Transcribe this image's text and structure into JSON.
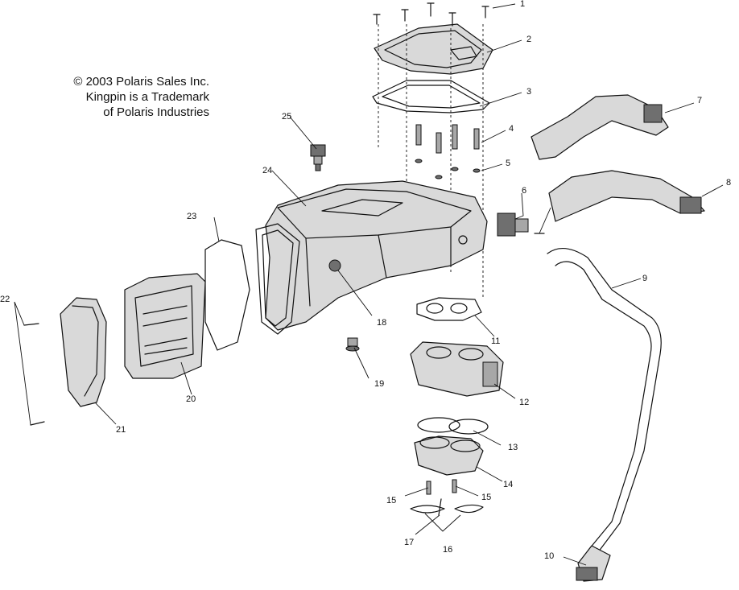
{
  "copyright": {
    "line1": "© 2003 Polaris Sales Inc.",
    "line2": "Kingpin is a Trademark",
    "line3": "of Polaris Industries"
  },
  "callouts": {
    "c1": "1",
    "c2": "2",
    "c3": "3",
    "c4": "4",
    "c5": "5",
    "c6": "6",
    "c7": "7",
    "c8": "8",
    "c9": "9",
    "c10": "10",
    "c11": "11",
    "c12": "12",
    "c13": "13",
    "c14": "14",
    "c15a": "15",
    "c15b": "15",
    "c16": "16",
    "c17": "17",
    "c18": "18",
    "c19": "19",
    "c20": "20",
    "c21": "21",
    "c22": "22",
    "c23": "23",
    "c24": "24",
    "c25": "25"
  }
}
